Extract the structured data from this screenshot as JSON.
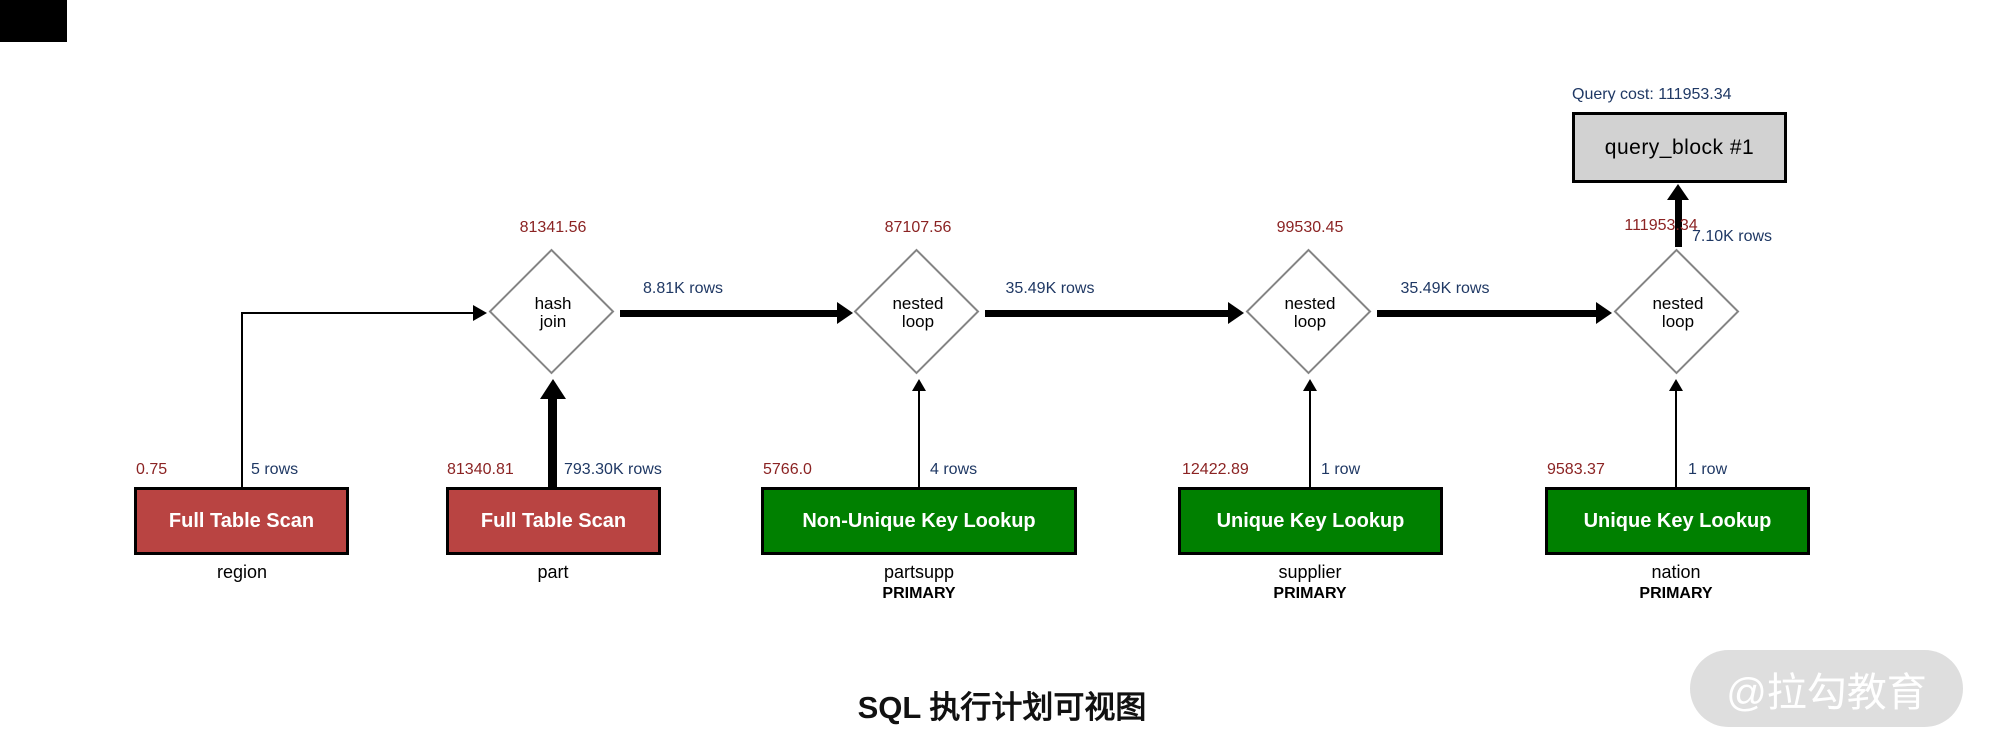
{
  "query_block": {
    "cost_caption": "Query cost: 111953.34",
    "label": "query_block #1",
    "output_rows": "7.10K rows"
  },
  "operators": [
    {
      "name": "hash join",
      "line1": "hash",
      "line2": "join",
      "cost": "81341.56"
    },
    {
      "name": "nested loop",
      "line1": "nested",
      "line2": "loop",
      "cost": "87107.56"
    },
    {
      "name": "nested loop",
      "line1": "nested",
      "line2": "loop",
      "cost": "99530.45"
    },
    {
      "name": "nested loop",
      "line1": "nested",
      "line2": "loop",
      "cost": "111953.34"
    }
  ],
  "flows": [
    {
      "rows": "8.81K rows"
    },
    {
      "rows": "35.49K rows"
    },
    {
      "rows": "35.49K rows"
    }
  ],
  "tables": [
    {
      "operation": "Full Table Scan",
      "name": "region",
      "cost": "0.75",
      "rows": "5 rows"
    },
    {
      "operation": "Full Table Scan",
      "name": "part",
      "cost": "81340.81",
      "rows": "793.30K rows"
    },
    {
      "operation": "Non-Unique Key Lookup",
      "name": "partsupp",
      "index": "PRIMARY",
      "cost": "5766.0",
      "rows": "4 rows"
    },
    {
      "operation": "Unique Key Lookup",
      "name": "supplier",
      "index": "PRIMARY",
      "cost": "12422.89",
      "rows": "1 row"
    },
    {
      "operation": "Unique Key Lookup",
      "name": "nation",
      "index": "PRIMARY",
      "cost": "9583.37",
      "rows": "1 row"
    }
  ],
  "caption": "SQL 执行计划可视图",
  "watermark": "@拉勾教育",
  "colors": {
    "cost_text": "#8b2323",
    "rows_text": "#1f3864",
    "scan_box": "#b94442",
    "lookup_box": "#008000",
    "query_block_box": "#d2d2d2"
  }
}
